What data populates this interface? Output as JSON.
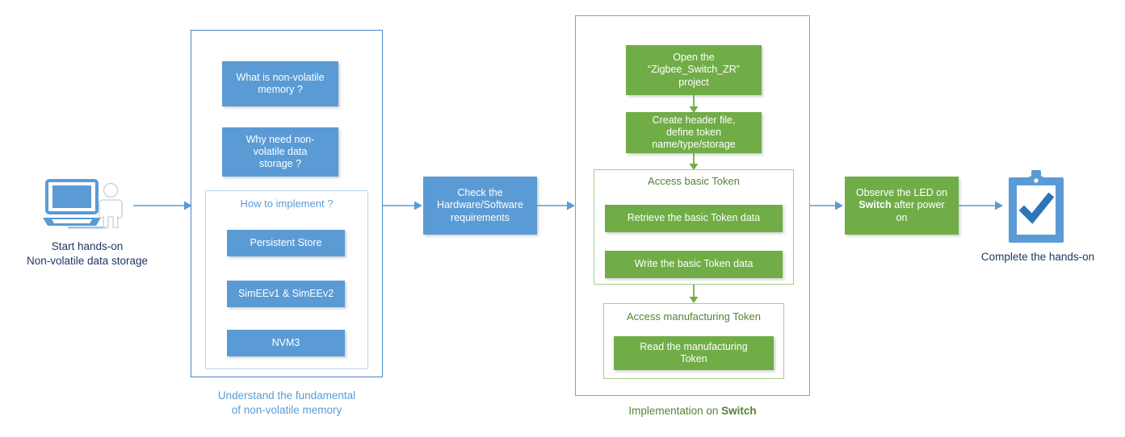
{
  "diagram": {
    "title": "Non-volatile data storage hands-on flow",
    "colors": {
      "blue_fill": "#5B9BD5",
      "green_fill": "#70AD47",
      "blue_border": "#4A86C5",
      "green_border": "#82B857",
      "blue_text": "#5B9BD5",
      "green_text": "#548235",
      "dark_text": "#1F3864",
      "arrow_blue": "#5B9BD5",
      "arrow_green": "#70AD47"
    }
  },
  "start": {
    "icon": "laptop-user-icon",
    "caption_line1": "Start hands-on",
    "caption_line2": "Non-volatile data storage"
  },
  "fundamentals_group": {
    "caption_line1": "Understand the fundamental",
    "caption_line2": "of non-volatile memory",
    "boxes": [
      {
        "line1": "What is non-volatile",
        "line2": "memory ?"
      },
      {
        "line1": "Why need non-",
        "line2": "volatile data",
        "line3": "storage ?"
      }
    ],
    "how_to_implement": {
      "label": "How to implement ?",
      "boxes": [
        {
          "line1": "Persistent Store"
        },
        {
          "line1": "SimEEv1 & SimEEv2"
        },
        {
          "line1": "NVM3"
        }
      ]
    }
  },
  "check_requirements": {
    "line1": "Check the",
    "line2": "Hardware/Software",
    "line3": "requirements"
  },
  "implementation_group": {
    "caption_prefix": "Implementation on ",
    "caption_bold": "Switch",
    "open_project": {
      "line1": "Open the",
      "line2": "“Zigbee_Switch_ZR”",
      "line3": "project"
    },
    "create_header": {
      "line1": "Create header file,",
      "line2": "define token",
      "line3": "name/type/storage"
    },
    "access_basic_token": {
      "label": "Access basic Token",
      "boxes": [
        {
          "line1": "Retrieve the basic Token data"
        },
        {
          "line1": "Write  the basic Token data"
        }
      ]
    },
    "access_manufacturing_token": {
      "label": "Access manufacturing Token",
      "boxes": [
        {
          "line1": "Read the manufacturing",
          "line2": "Token"
        }
      ]
    }
  },
  "observe_led": {
    "line1": "Observe the LED on",
    "line2_bold": "Switch",
    "line2_rest": " after power",
    "line3": "on"
  },
  "complete": {
    "icon": "clipboard-check-icon",
    "caption": "Complete the hands-on"
  }
}
